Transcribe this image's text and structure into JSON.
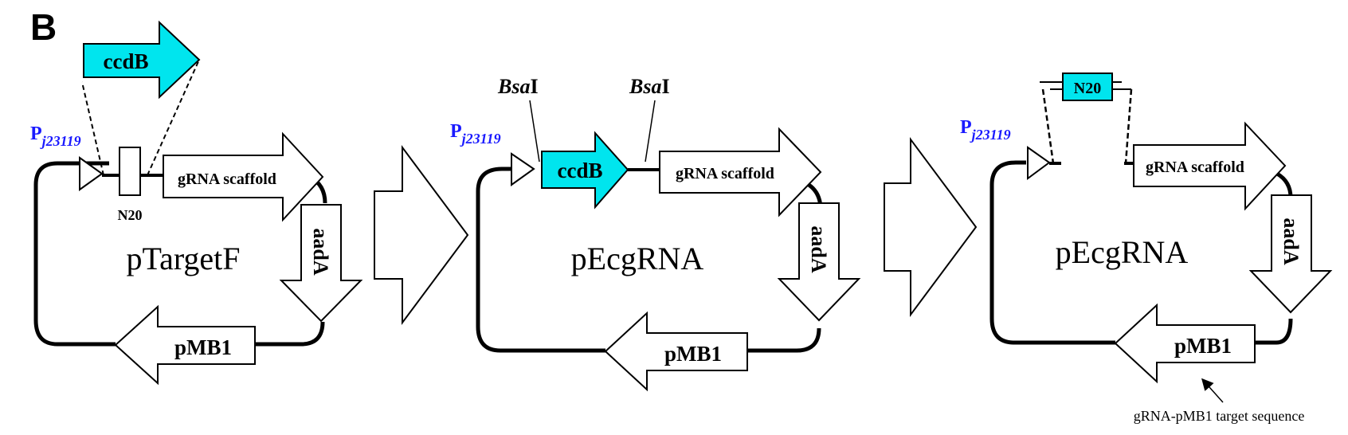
{
  "panel_label": "B",
  "colors": {
    "ccdb_fill": "#00e5ee",
    "promoter_text": "#1a1aff",
    "stroke": "#000000",
    "background": "#ffffff"
  },
  "plasmids": [
    {
      "name": "pTargetF",
      "promoter": {
        "main": "P",
        "sub": "j23119"
      },
      "n20_label": "N20",
      "insert_label": "ccdB",
      "scaffold_label": "gRNA scaffold",
      "marker_label": "aadA",
      "origin_label": "pMB1"
    },
    {
      "name": "pEcgRNA",
      "promoter": {
        "main": "P",
        "sub": "j23119"
      },
      "site_left": {
        "italic": "Bsa",
        "roman": "I"
      },
      "site_right": {
        "italic": "Bsa",
        "roman": "I"
      },
      "insert_label": "ccdB",
      "scaffold_label": "gRNA scaffold",
      "marker_label": "aadA",
      "origin_label": "pMB1"
    },
    {
      "name": "pEcgRNA",
      "promoter": {
        "main": "P",
        "sub": "j23119"
      },
      "n20_label": "N20",
      "scaffold_label": "gRNA scaffold",
      "marker_label": "aadA",
      "origin_label": "pMB1",
      "target_note": "gRNA-pMB1 target sequence"
    }
  ]
}
